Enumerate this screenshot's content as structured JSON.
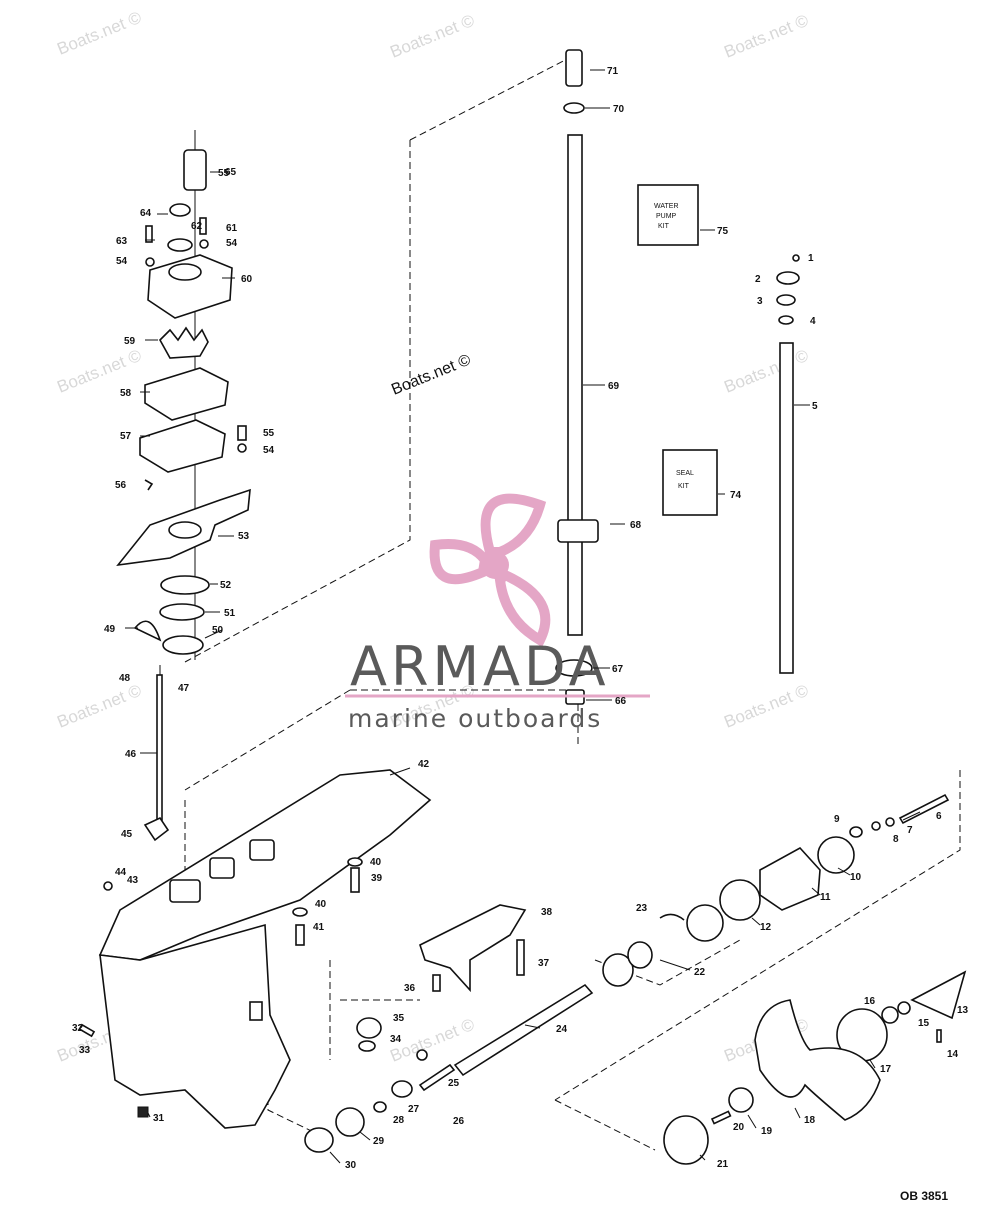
{
  "watermarks": [
    "Boats.net ©",
    "Boats.net ©",
    "Boats.net ©",
    "Boats.net ©",
    "Boats.net ©",
    "Boats.net ©",
    "Boats.net ©",
    "Boats.net ©",
    "Boats.net ©",
    "Boats.net ©",
    "Boats.net ©"
  ],
  "center_watermark": "Boats.net ©",
  "logo": {
    "name": "ARMADA",
    "tagline": "marine outboards",
    "accent_color": "#e4a6c6",
    "text_color": "#5a5a5a"
  },
  "kits": {
    "water_pump": [
      "WATER",
      "PUMP",
      "KIT"
    ],
    "seal": [
      "SEAL",
      "KIT"
    ]
  },
  "reference": "OB 3851",
  "callouts": [
    "1",
    "2",
    "3",
    "4",
    "5",
    "6",
    "7",
    "8",
    "9",
    "10",
    "11",
    "12",
    "13",
    "14",
    "15",
    "16",
    "17",
    "18",
    "19",
    "20",
    "21",
    "22",
    "23",
    "24",
    "25",
    "26",
    "27",
    "28",
    "29",
    "30",
    "31",
    "32",
    "33",
    "34",
    "35",
    "36",
    "37",
    "38",
    "39",
    "40",
    "40",
    "41",
    "42",
    "43",
    "44",
    "45",
    "46",
    "47",
    "48",
    "49",
    "50",
    "51",
    "52",
    "53",
    "54",
    "54",
    "54",
    "55",
    "55",
    "56",
    "57",
    "58",
    "59",
    "60",
    "61",
    "62",
    "63",
    "64",
    "65",
    "66",
    "67",
    "68",
    "69",
    "70",
    "71",
    "74",
    "75"
  ]
}
